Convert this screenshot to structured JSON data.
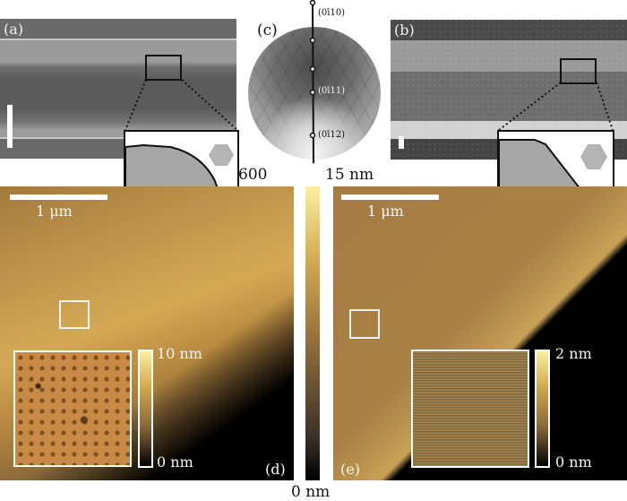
{
  "figure": {
    "panels": {
      "a": {
        "label": "(a)",
        "type": "SEM image",
        "scalebar": "vertical white bar"
      },
      "b": {
        "label": "(b)",
        "type": "SEM image",
        "scalebar": "short white bar"
      },
      "c": {
        "label": "(c)",
        "type": "Kikuchi / EBSD pattern",
        "annotations": [
          "(0Ÿ1̄ 10)",
          "(0Ÿ1̄ 11)",
          "(0Ÿ1̄ 12)"
        ],
        "annotations_display": [
          "(0ī10)",
          "(0ī11)",
          "(0ī12)"
        ]
      },
      "d": {
        "label": "(d)",
        "type": "AFM topography",
        "scalebar_label": "1 μm",
        "inset_colorbar": {
          "max": "10 nm",
          "min": "0 nm"
        }
      },
      "e": {
        "label": "(e)",
        "type": "AFM topography",
        "scalebar_label": "1 μm",
        "inset_colorbar": {
          "max": "2 nm",
          "min": "0 nm"
        }
      }
    },
    "main_colorbar": {
      "top_left_label": "600",
      "top_right_label": "15 nm",
      "bottom_label": "0 nm"
    },
    "colors": {
      "afm_high": "#fbf0a0",
      "afm_mid": "#d3aa50",
      "afm_low": "#000000",
      "inset_gray": "#a6a6a6",
      "hexagon": "#b4b4b4"
    }
  }
}
